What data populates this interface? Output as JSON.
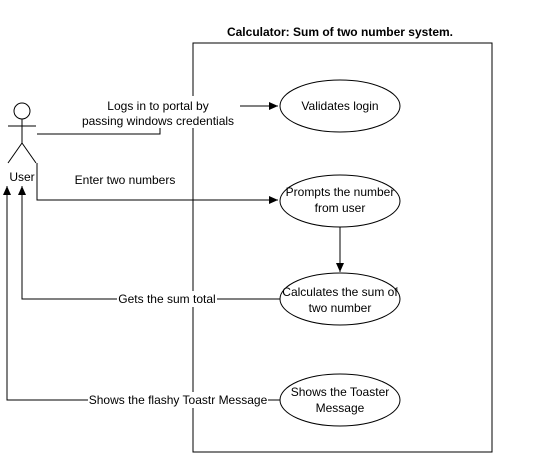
{
  "system": {
    "title": "Calculator: Sum of two number system."
  },
  "actor": {
    "label": "User"
  },
  "use_cases": [
    {
      "id": "validate",
      "lines": [
        "Validates login"
      ]
    },
    {
      "id": "prompt",
      "lines": [
        "Prompts the number",
        "from user"
      ]
    },
    {
      "id": "calculate",
      "lines": [
        "Calculates the sum of",
        "two number"
      ]
    },
    {
      "id": "toaster",
      "lines": [
        "Shows the Toaster",
        "Message"
      ]
    }
  ],
  "edges": [
    {
      "id": "login",
      "lines": [
        "Logs in to portal by",
        "passing windows credentials"
      ]
    },
    {
      "id": "enter",
      "lines": [
        "Enter two numbers"
      ]
    },
    {
      "id": "sum",
      "lines": [
        "Gets the sum total"
      ]
    },
    {
      "id": "toastr",
      "lines": [
        "Shows the flashy Toastr Message"
      ]
    }
  ]
}
